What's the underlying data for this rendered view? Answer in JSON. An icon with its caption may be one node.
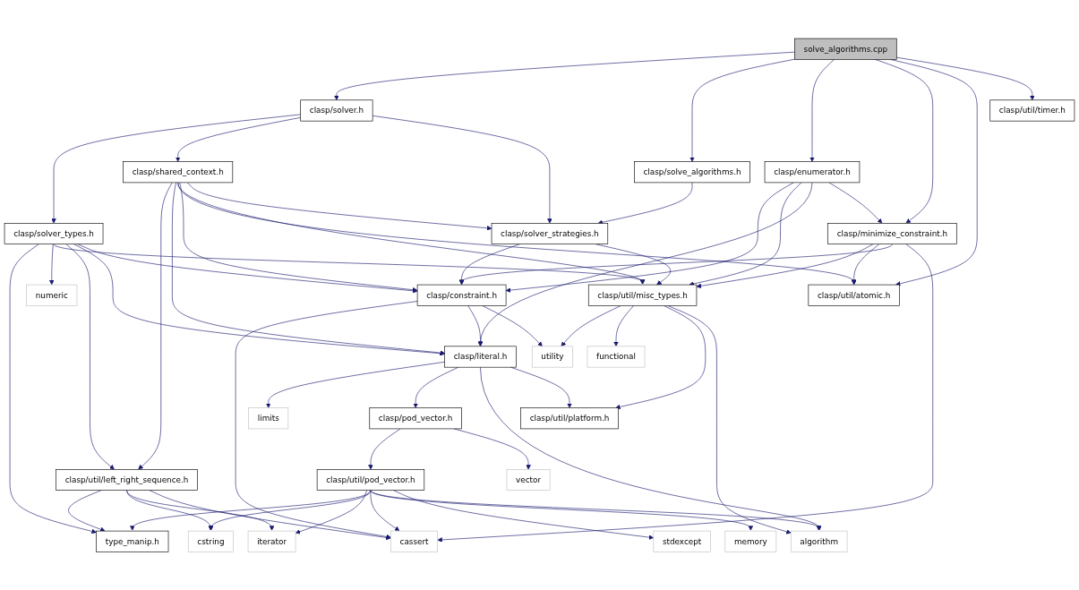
{
  "diagram": {
    "nodes": [
      {
        "text": [
          "solve_algorithms.cpp"
        ]
      },
      {
        "text": [
          "clasp/solver.h"
        ]
      },
      {
        "text": [
          "clasp/solve_algorithms.h"
        ]
      },
      {
        "text": [
          "clasp/enumerator.h"
        ]
      },
      {
        "text": [
          "clasp/minimize_constraint.h"
        ]
      },
      {
        "text": [
          "clasp/util/atomic.h"
        ]
      },
      {
        "text": [
          "clasp/util/timer.h"
        ]
      },
      {
        "text": [
          "clasp/shared_context.h"
        ]
      },
      {
        "text": [
          "clasp/solver_types.h"
        ]
      },
      {
        "text": [
          "clasp/solver_strategies.h"
        ]
      },
      {
        "text": [
          "clasp/constraint.h"
        ]
      },
      {
        "text": [
          "clasp/util/misc_types.h"
        ]
      },
      {
        "text": [
          "numeric"
        ]
      },
      {
        "text": [
          "clasp/literal.h"
        ]
      },
      {
        "text": [
          "utility"
        ]
      },
      {
        "text": [
          "functional"
        ]
      },
      {
        "text": [
          "limits"
        ]
      },
      {
        "text": [
          "clasp/pod_vector.h"
        ]
      },
      {
        "text": [
          "clasp/util/platform.h"
        ]
      },
      {
        "text": [
          "vector"
        ]
      },
      {
        "text": [
          "clasp/util/pod_vector.h"
        ]
      },
      {
        "text": [
          "clasp/util/left_right_sequence.h"
        ]
      },
      {
        "text": [
          "type_manip.h"
        ]
      },
      {
        "text": [
          "cstring"
        ]
      },
      {
        "text": [
          "iterator"
        ]
      },
      {
        "text": [
          "cassert"
        ]
      },
      {
        "text": [
          "stdexcept"
        ]
      },
      {
        "text": [
          "memory"
        ]
      },
      {
        "text": [
          "algorithm"
        ]
      }
    ],
    "edges": [
      {
        "from": 0,
        "to": 1,
        "arrow": "to"
      },
      {
        "from": 0,
        "to": 2,
        "arrow": "to"
      },
      {
        "from": 0,
        "to": 3,
        "arrow": "to"
      },
      {
        "from": 0,
        "to": 4,
        "arrow": "to"
      },
      {
        "from": 0,
        "to": 5,
        "arrow": "to"
      },
      {
        "from": 0,
        "to": 6,
        "arrow": "to"
      },
      {
        "from": 1,
        "to": 8,
        "arrow": "to"
      },
      {
        "from": 1,
        "to": 7,
        "arrow": "to"
      },
      {
        "from": 1,
        "to": 9,
        "arrow": "to"
      },
      {
        "from": 2,
        "to": 9,
        "arrow": "to"
      },
      {
        "from": 3,
        "to": 10,
        "arrow": "to"
      },
      {
        "from": 3,
        "to": 13,
        "arrow": "to"
      },
      {
        "from": 3,
        "to": 11,
        "arrow": "to"
      },
      {
        "from": 3,
        "to": 4,
        "arrow": "to"
      },
      {
        "from": 4,
        "to": 10,
        "arrow": "to"
      },
      {
        "from": 4,
        "to": 11,
        "arrow": "to"
      },
      {
        "from": 4,
        "to": 5,
        "arrow": "to"
      },
      {
        "from": 4,
        "to": 25,
        "arrow": "to"
      },
      {
        "from": 7,
        "to": 21,
        "arrow": "to"
      },
      {
        "from": 7,
        "to": 13,
        "arrow": "to"
      },
      {
        "from": 7,
        "to": 10,
        "arrow": "to"
      },
      {
        "from": 7,
        "to": 11,
        "arrow": "to"
      },
      {
        "from": 7,
        "to": 9,
        "arrow": "to"
      },
      {
        "from": 7,
        "to": 5,
        "arrow": "to"
      },
      {
        "from": 8,
        "to": 22,
        "arrow": "to"
      },
      {
        "from": 8,
        "to": 12,
        "arrow": "to"
      },
      {
        "from": 8,
        "to": 21,
        "arrow": "to"
      },
      {
        "from": 8,
        "to": 13,
        "arrow": "to"
      },
      {
        "from": 8,
        "to": 10,
        "arrow": "to"
      },
      {
        "from": 8,
        "to": 11,
        "arrow": "to"
      },
      {
        "from": 9,
        "to": 10,
        "arrow": "to"
      },
      {
        "from": 9,
        "to": 11,
        "arrow": "to"
      },
      {
        "from": 10,
        "to": 25,
        "arrow": "to"
      },
      {
        "from": 10,
        "to": 13,
        "arrow": "to"
      },
      {
        "from": 10,
        "to": 14,
        "arrow": "to"
      },
      {
        "from": 11,
        "to": 14,
        "arrow": "to"
      },
      {
        "from": 11,
        "to": 15,
        "arrow": "to"
      },
      {
        "from": 11,
        "to": 18,
        "arrow": "to"
      },
      {
        "from": 11,
        "to": 28,
        "arrow": "to"
      },
      {
        "from": 13,
        "to": 16,
        "arrow": "to"
      },
      {
        "from": 13,
        "to": 17,
        "arrow": "to"
      },
      {
        "from": 13,
        "to": 18,
        "arrow": "to"
      },
      {
        "from": 13,
        "to": 28,
        "arrow": "to"
      },
      {
        "from": 17,
        "to": 20,
        "arrow": "to"
      },
      {
        "from": 17,
        "to": 19,
        "arrow": "to"
      },
      {
        "from": 20,
        "to": 22,
        "arrow": "to"
      },
      {
        "from": 20,
        "to": 23,
        "arrow": "to"
      },
      {
        "from": 20,
        "to": 24,
        "arrow": "to"
      },
      {
        "from": 20,
        "to": 25,
        "arrow": "to"
      },
      {
        "from": 20,
        "to": 26,
        "arrow": "to"
      },
      {
        "from": 20,
        "to": 27,
        "arrow": "to"
      },
      {
        "from": 20,
        "to": 28,
        "arrow": "to"
      },
      {
        "from": 21,
        "to": 22,
        "arrow": "to"
      },
      {
        "from": 21,
        "to": 23,
        "arrow": "to"
      },
      {
        "from": 21,
        "to": 24,
        "arrow": "to"
      },
      {
        "from": 21,
        "to": 25,
        "arrow": "to"
      }
    ]
  }
}
